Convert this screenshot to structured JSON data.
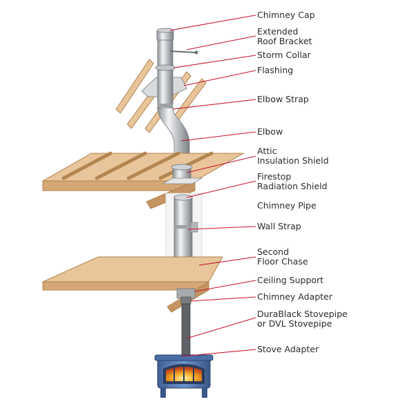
{
  "labels": {
    "chimney_cap": "Chimney Cap",
    "extended_roof_bracket": [
      "Extended",
      "Roof Bracket"
    ],
    "storm_collar": "Storm Collar",
    "flashing": "Flashing",
    "elbow_strap": "Elbow Strap",
    "elbow": "Elbow",
    "attic_insulation_shield": [
      "Attic",
      "Insulation Shield"
    ],
    "firestop_radiation_shield": [
      "Firestop",
      "Radiation Shield"
    ],
    "chimney_pipe": "Chimney Pipe",
    "wall_strap": "Wall Strap",
    "second_floor_chase": [
      "Second",
      "Floor Chase"
    ],
    "ceiling_support": "Ceiling Support",
    "chimney_adapter": "Chimney Adapter",
    "stovepipe": [
      "DuraBlack Stovepipe",
      "or DVL Stovepipe"
    ],
    "stove_adapter": "Stove Adapter"
  },
  "colors": {
    "leader_line": "#c8102e",
    "wood": "#e8c59a",
    "wood_edge": "#b0804a",
    "pipe_metal": "#b9bcc0",
    "stovepipe": "#6a6a6a",
    "stove_body": "#5b7fb5",
    "fire": "#f0a030"
  }
}
